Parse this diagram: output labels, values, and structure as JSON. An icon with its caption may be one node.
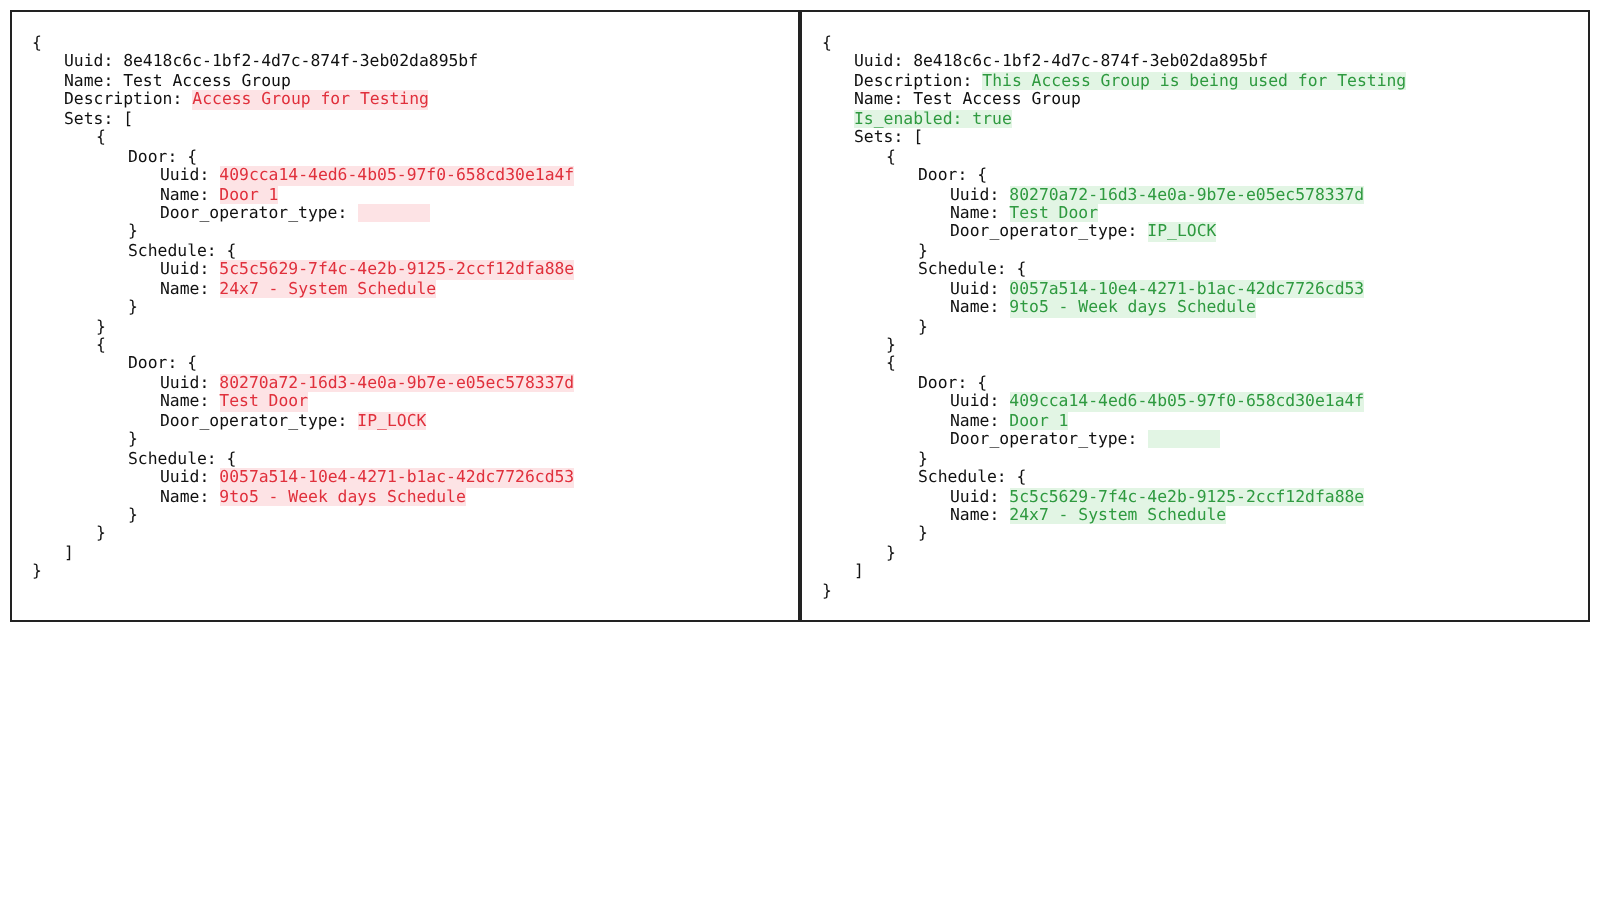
{
  "diagram": {
    "nodes": [
      {
        "text": [
          "{",
          "Uuid: 8e418c6c-1bf2-4d7c-874f-3eb02da895bf",
          "Name: Test Access Group",
          "Description:",
          "Sets: [",
          "{",
          "Door: {",
          "Uuid:",
          "Name:",
          "Door_operator_type:",
          "}",
          "Schedule: {",
          "Uuid:",
          "Name:",
          "}",
          "}",
          "{",
          "Door: {",
          "Uuid:",
          "Name:",
          "Door_operator_type:",
          "}",
          "Schedule: {",
          "Uuid:",
          "Name:",
          "}",
          "}",
          "]",
          "}"
        ]
      },
      {
        "text": [
          "Access Group for Testing"
        ],
        "in": 0
      },
      {
        "text": [
          "409cca14-4ed6-4b05-97f0-658cd30e1a4f"
        ],
        "in": 0
      },
      {
        "text": [
          "Door 1"
        ],
        "in": 0
      },
      {
        "text": [],
        "shape": "box",
        "in": 0
      },
      {
        "text": [
          "5c5c5629-7f4c-4e2b-9125-2ccf12dfa88e"
        ],
        "in": 0
      },
      {
        "text": [
          "24x7 - System Schedule"
        ],
        "in": 0
      },
      {
        "text": [
          "80270a72-16d3-4e0a-9b7e-e05ec578337d"
        ],
        "in": 0
      },
      {
        "text": [
          "Test Door"
        ],
        "in": 0
      },
      {
        "text": [
          "IP_LOCK"
        ],
        "in": 0
      },
      {
        "text": [
          "0057a514-10e4-4271-b1ac-42dc7726cd53"
        ],
        "in": 0
      },
      {
        "text": [
          "9to5 - Week days Schedule"
        ],
        "in": 0
      },
      {
        "text": [
          "{",
          "Uuid: 8e418c6c-1bf2-4d7c-874f-3eb02da895bf",
          "Description:",
          "Name: Test Access Group",
          "Sets: [",
          "{",
          "Door: {",
          "Uuid:",
          "Name:",
          "Door_operator_type:",
          "}",
          "Schedule: {",
          "Uuid:",
          "Name:",
          "}",
          "}",
          "{",
          "Door: {",
          "Uuid:",
          "Name:",
          "Door_operator_type:",
          "}",
          "Schedule: {",
          "Uuid:",
          "Name:",
          "}",
          "}",
          "]",
          "}"
        ]
      },
      {
        "text": [
          "This Access Group is being used for Testing"
        ],
        "in": 12
      },
      {
        "text": [
          "Is_enabled: true"
        ],
        "in": 12
      },
      {
        "text": [
          "80270a72-16d3-4e0a-9b7e-e05ec578337d"
        ],
        "in": 12
      },
      {
        "text": [
          "Test Door"
        ],
        "in": 12
      },
      {
        "text": [
          "IP_LOCK"
        ],
        "in": 12
      },
      {
        "text": [
          "0057a514-10e4-4271-b1ac-42dc7726cd53"
        ],
        "in": 12
      },
      {
        "text": [
          "9to5 - Week days Schedule"
        ],
        "in": 12
      },
      {
        "text": [
          "409cca14-4ed6-4b05-97f0-658cd30e1a4f"
        ],
        "in": 12
      },
      {
        "text": [
          "Door 1"
        ],
        "in": 12
      },
      {
        "text": [],
        "shape": "box",
        "in": 12
      },
      {
        "text": [
          "5c5c5629-7f4c-4e2b-9125-2ccf12dfa88e"
        ],
        "in": 12
      },
      {
        "text": [
          "24x7 - System Schedule"
        ],
        "in": 12
      }
    ]
  }
}
